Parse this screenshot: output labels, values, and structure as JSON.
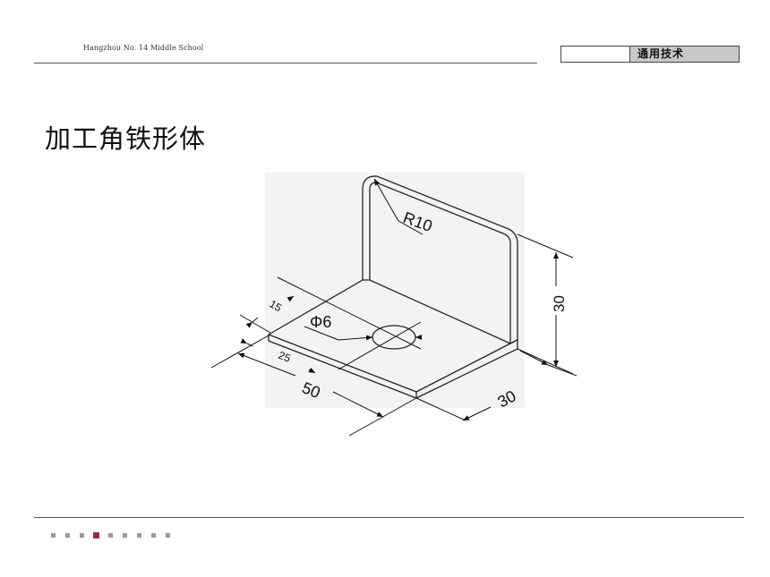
{
  "header": {
    "school": "Hangzhou No. 14 Middle School",
    "subject": "通用技术"
  },
  "title": "加工角铁形体",
  "drawing": {
    "dimensions": {
      "radius": "R10",
      "hole_diameter": "Φ6",
      "hole_offset_short": "15",
      "hole_offset_long": "25",
      "length": "50",
      "height": "30",
      "depth": "30"
    }
  },
  "footer": {
    "page_dots": 9,
    "active_dot": 3
  },
  "colors": {
    "active_dot": "#c8102e",
    "subject_bg": "#c8c8c8"
  }
}
